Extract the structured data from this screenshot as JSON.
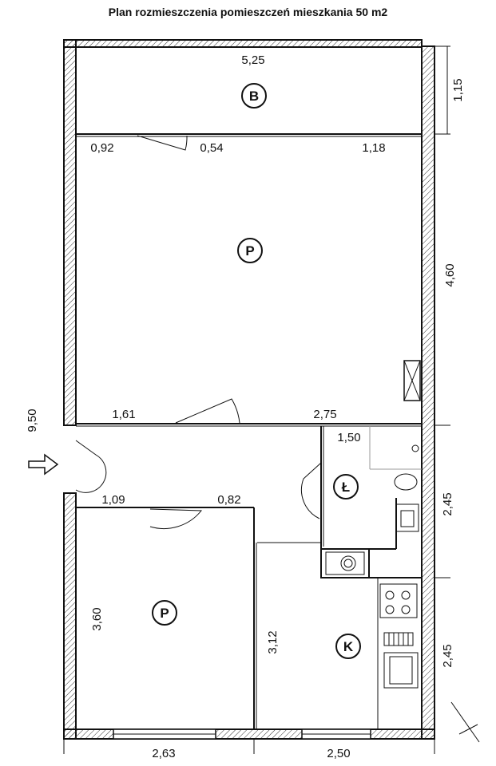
{
  "title": "Plan rozmieszczenia pomieszczeń mieszkania 50 m2",
  "rooms": [
    {
      "id": "balcony",
      "label": "B"
    },
    {
      "id": "living-room",
      "label": "P"
    },
    {
      "id": "bedroom",
      "label": "P"
    },
    {
      "id": "bathroom",
      "label": "Ł"
    },
    {
      "id": "kitchen",
      "label": "K"
    }
  ],
  "dimensions": {
    "balcony_width": "5,25",
    "balcony_depth": "1,15",
    "balcony_segment_1": "0,92",
    "balcony_segment_2": "0,54",
    "balcony_segment_3": "1,18",
    "living_room_depth": "4,60",
    "living_wall_left": "1,61",
    "living_wall_right": "2,75",
    "total_length": "9,50",
    "bathroom_width": "1,50",
    "bathroom_depth": "2,45",
    "bedroom_wall_left": "1,09",
    "bedroom_wall_right": "0,82",
    "bedroom_depth": "3,60",
    "kitchen_depth_left": "3,12",
    "kitchen_depth_right": "2,45",
    "bottom_left": "2,63",
    "bottom_right": "2,50"
  }
}
